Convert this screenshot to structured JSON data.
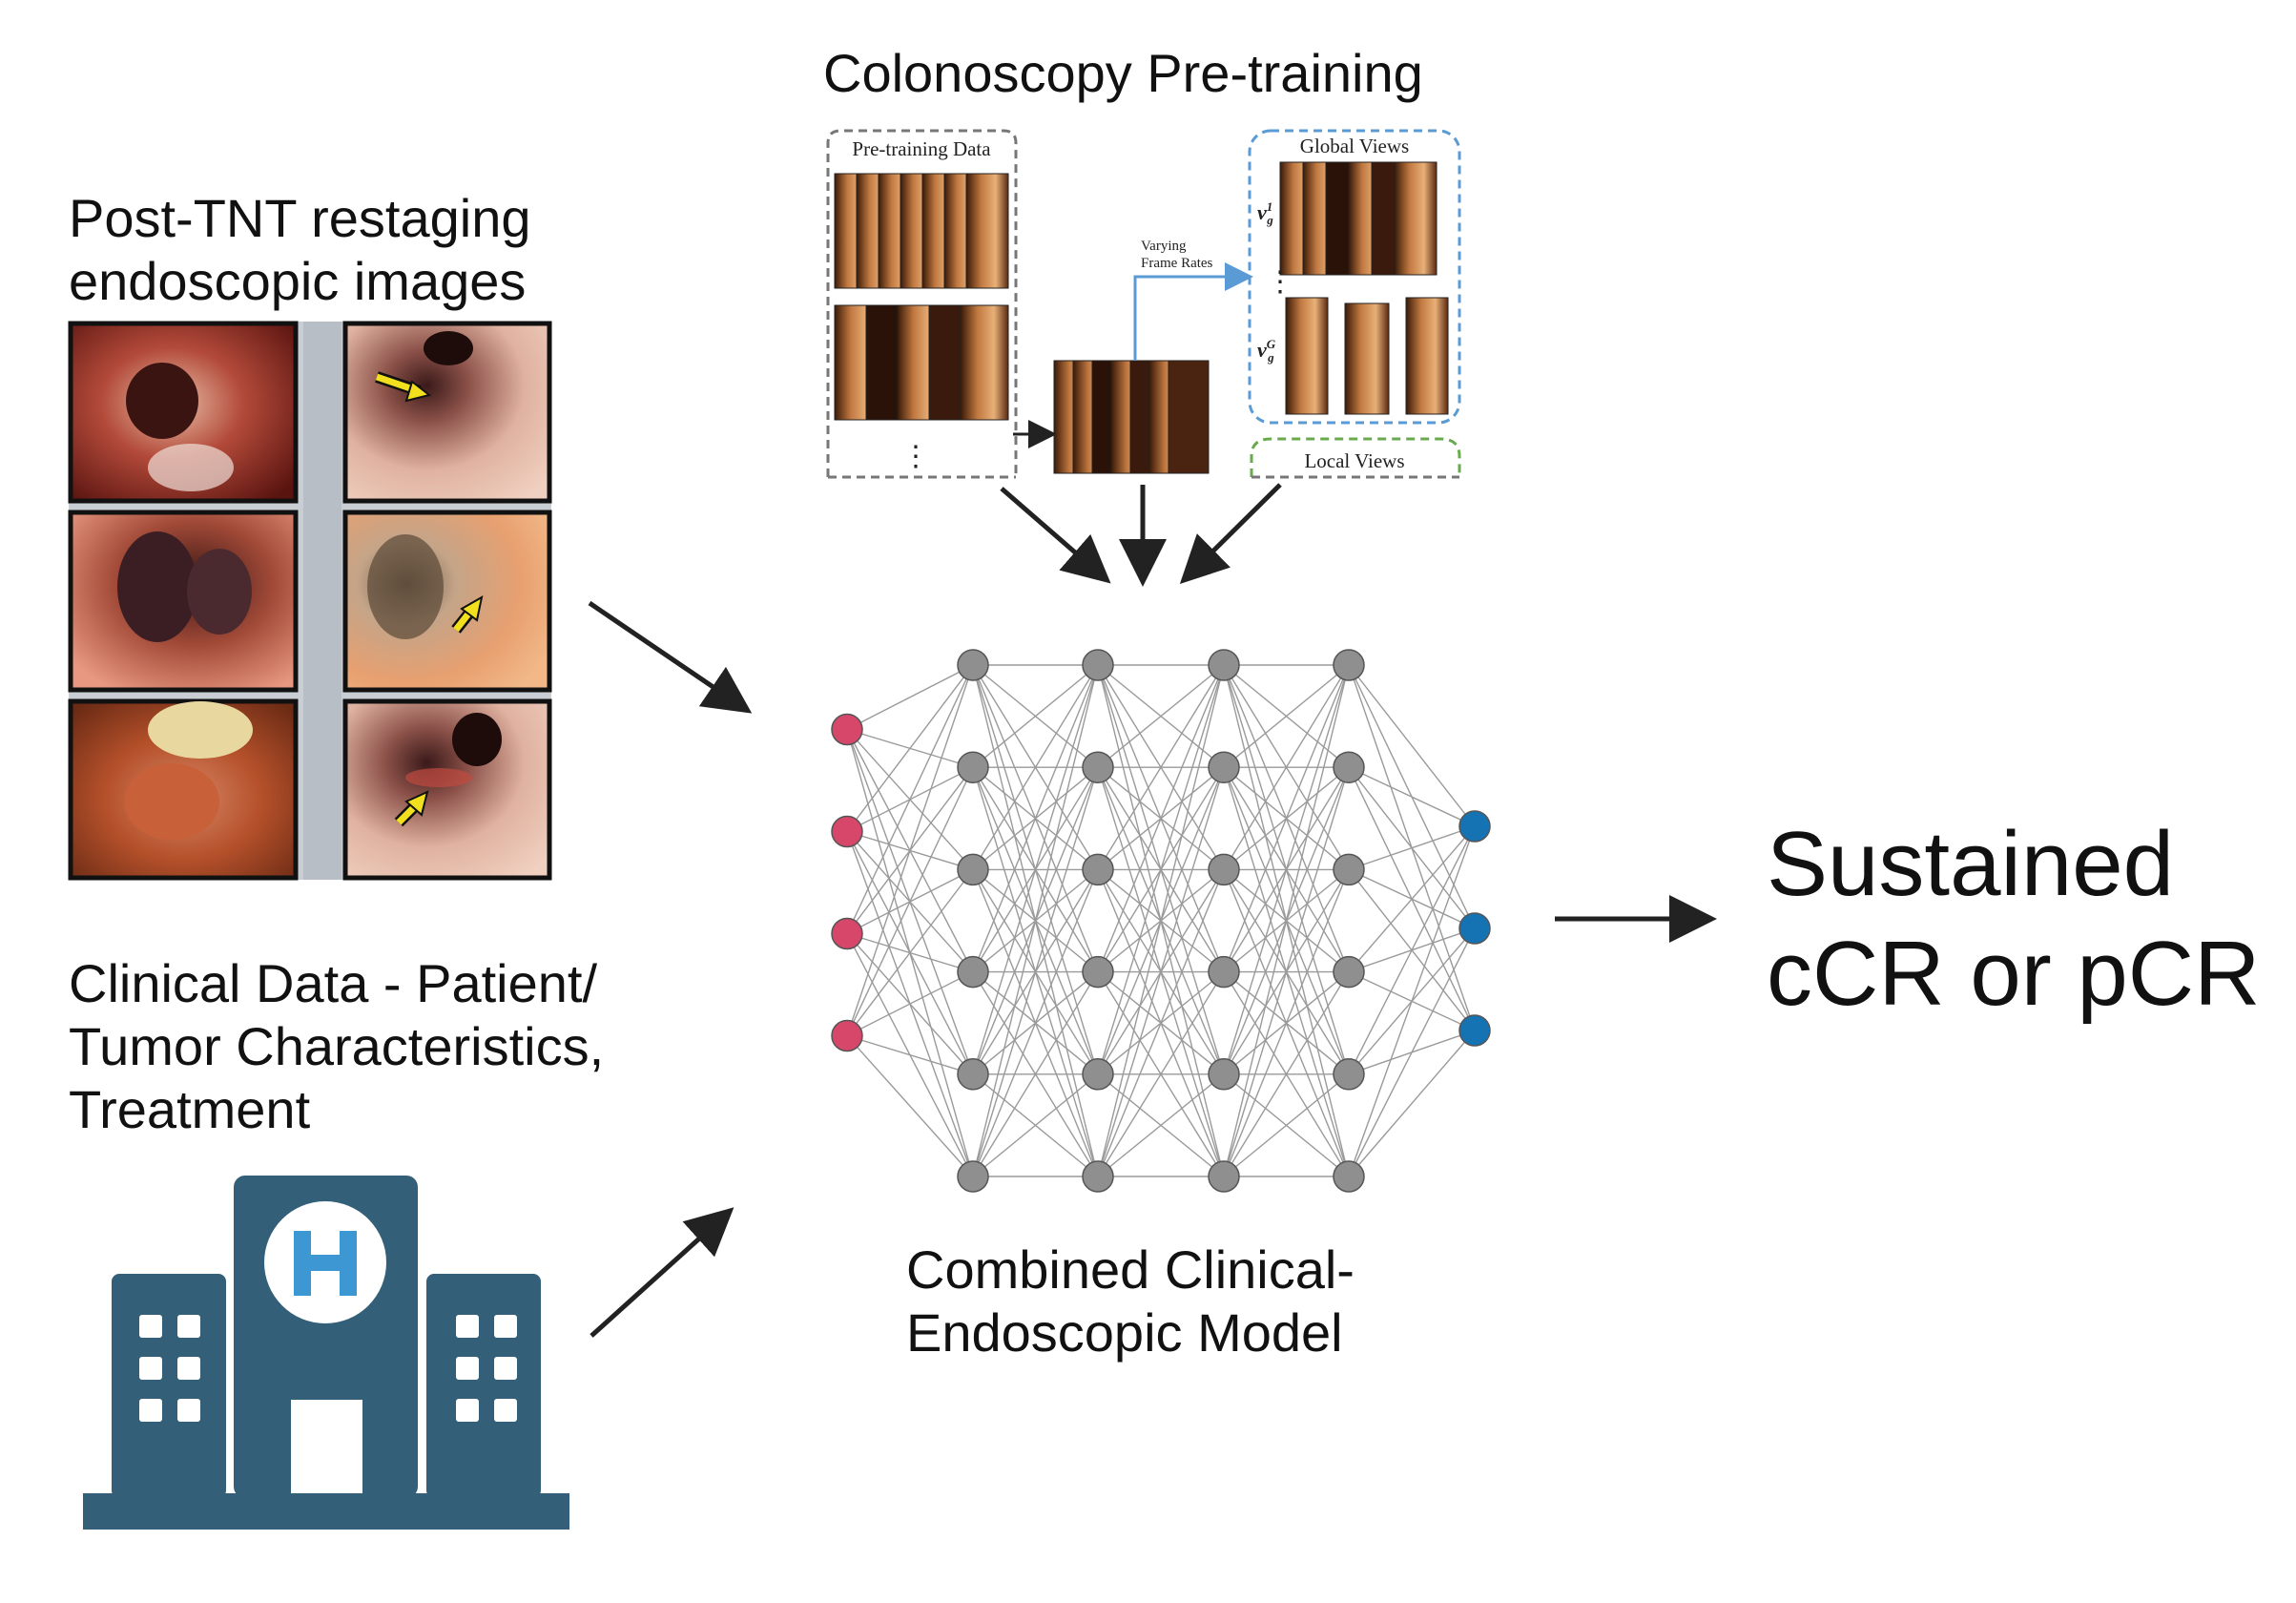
{
  "labels": {
    "endoscopic_title": [
      "Post-TNT restaging",
      "endoscopic images"
    ],
    "pretraining_title": "Colonoscopy Pre-training",
    "clinical_title": [
      "Clinical Data - Patient/",
      "Tumor Characteristics,",
      "Treatment"
    ],
    "model_title": [
      "Combined Clinical-",
      "Endoscopic Model"
    ],
    "outcome": [
      "Sustained",
      "cCR or pCR"
    ]
  },
  "pretraining": {
    "data_box_label": "Pre-training Data",
    "global_views_label": "Global Views",
    "local_views_label": "Local Views",
    "frame_rates_label": [
      "Varying",
      "Frame Rates"
    ],
    "view_first_label": "v",
    "view_first_sup": "1",
    "view_first_sub": "g",
    "view_last_label": "v",
    "view_last_sup": "G",
    "view_last_sub": "g"
  },
  "network": {
    "layers": [
      4,
      6,
      6,
      6,
      6,
      3
    ],
    "input_color": "#d6476a",
    "hidden_color": "#8f8f8f",
    "output_color": "#1673b3"
  },
  "colors": {
    "hospital": "#345f79",
    "hospital_symbol": "#3d97d2",
    "arrow": "#222222",
    "data_box_border": "#777777",
    "global_box_border": "#5b9bd5",
    "local_box_border": "#6aaa4f"
  },
  "icons": {
    "hospital": "hospital-icon",
    "pointer": "yellow-arrow-icon"
  }
}
